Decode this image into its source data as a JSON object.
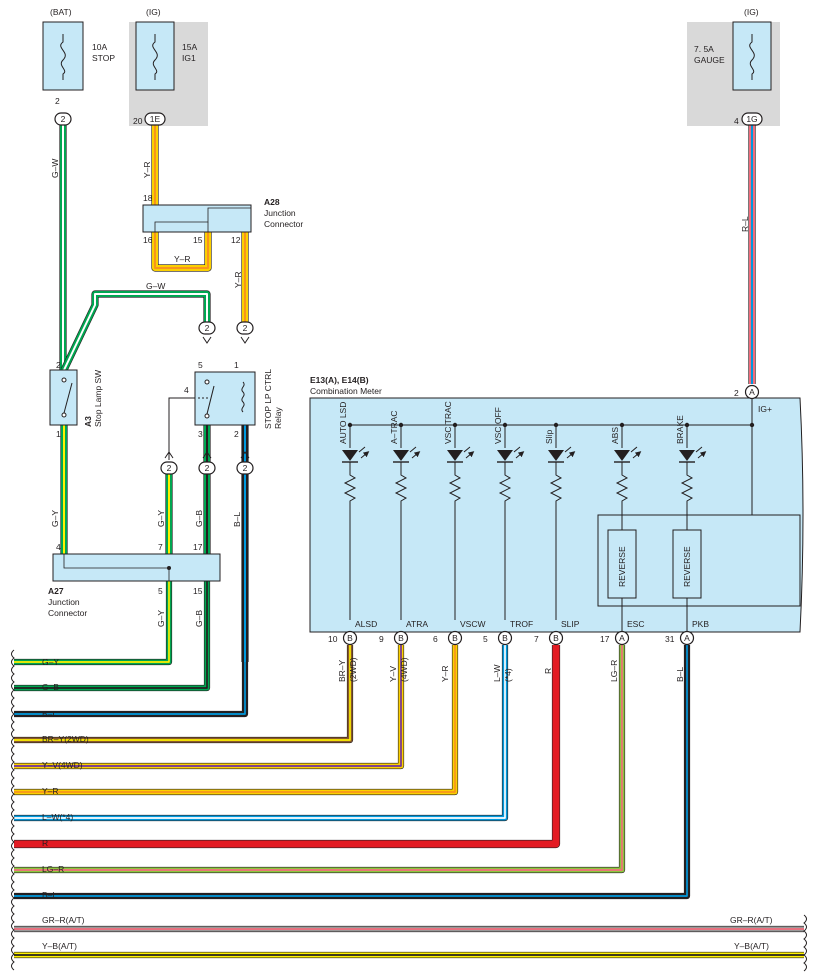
{
  "fuses": {
    "stop": {
      "supply": "(BAT)",
      "rating": "10A",
      "name": "STOP",
      "pin": "2",
      "conn": "2"
    },
    "ig1": {
      "supply": "(IG)",
      "rating": "15A",
      "name": "IG1",
      "pin": "20",
      "conn": "1E"
    },
    "gauge": {
      "supply": "(IG)",
      "rating": "7. 5A",
      "name": "GAUGE",
      "pin": "4",
      "conn": "1G"
    }
  },
  "junctions": {
    "a28": {
      "id": "A28",
      "line1": "Junction",
      "line2": "Connector",
      "pins": [
        "18",
        "16",
        "15",
        "12"
      ]
    },
    "a27": {
      "id": "A27",
      "line1": "Junction",
      "line2": "Connector",
      "pins": [
        "4",
        "7",
        "17",
        "5",
        "15"
      ]
    }
  },
  "stop_sw": {
    "id": "A3",
    "name": "Stop Lamp SW",
    "pins": [
      "2",
      "1"
    ]
  },
  "relay": {
    "line1": "STOP LP CTRL",
    "line2": "Relay",
    "pins": [
      "5",
      "1",
      "4",
      "3",
      "2"
    ]
  },
  "meter": {
    "title": "E13(A), E14(B)",
    "name": "Combination Meter",
    "ig_label": "IG+",
    "ig_pin": "2",
    "ig_conn": "A",
    "indicators": [
      "AUTO LSD",
      "A–TRAC",
      "VSC TRAC",
      "VSC OFF",
      "Slip",
      "ABS",
      "BRAKE"
    ],
    "reverse_label": "REVERSE",
    "terminals": [
      {
        "name": "ALSD",
        "pin": "10",
        "conn": "B"
      },
      {
        "name": "ATRA",
        "pin": "9",
        "conn": "B"
      },
      {
        "name": "VSCW",
        "pin": "6",
        "conn": "B"
      },
      {
        "name": "TROF",
        "pin": "5",
        "conn": "B"
      },
      {
        "name": "SLIP",
        "pin": "7",
        "conn": "B"
      },
      {
        "name": "ESC",
        "pin": "17",
        "conn": "A"
      },
      {
        "name": "PKB",
        "pin": "31",
        "conn": "A"
      }
    ]
  },
  "wire_labels": {
    "g_w": "G–W",
    "y_r": "Y–R",
    "r_l": "R–L",
    "g_y": "G–Y",
    "g_b": "G–B",
    "b_l": "B–L",
    "conn2": "2",
    "br_y": "BR–Y",
    "br_y_note": "(2WD)",
    "y_v": "Y–V",
    "y_v_note": "(4WD)",
    "l_w": "L–W",
    "l_w_note": "(*4)",
    "r": "R",
    "lg_r": "LG–R"
  },
  "bus_lines": [
    {
      "label": "G–Y",
      "colors": [
        "#00a651",
        "#fff200"
      ]
    },
    {
      "label": "G–B",
      "colors": [
        "#00a651",
        "#231f20"
      ]
    },
    {
      "label": "B–L",
      "colors": [
        "#231f20",
        "#0099dd"
      ]
    },
    {
      "label": "BR–Y(2WD)",
      "colors": [
        "#8b5a2b",
        "#fff200"
      ]
    },
    {
      "label": "Y–V(4WD)",
      "colors": [
        "#fbd000",
        "#7030a0"
      ]
    },
    {
      "label": "Y–R",
      "colors": [
        "#fbd000",
        "#f7941d"
      ]
    },
    {
      "label": "L–W(*4)",
      "colors": [
        "#0099dd",
        "#ffffff"
      ]
    },
    {
      "label": "R",
      "colors": [
        "#e31b23",
        "#e31b23"
      ]
    },
    {
      "label": "LG–R",
      "colors": [
        "#8dc63f",
        "#f26d7d"
      ]
    },
    {
      "label": "B–L",
      "colors": [
        "#231f20",
        "#0099dd"
      ]
    }
  ],
  "through_lines": [
    {
      "label_left": "GR–R(A/T)",
      "label_right": "GR–R(A/T)",
      "colors": [
        "#999999",
        "#f26d7d"
      ]
    },
    {
      "label_left": "Y–B(A/T)",
      "label_right": "Y–B(A/T)",
      "colors": [
        "#fff200",
        "#231f20"
      ]
    }
  ]
}
